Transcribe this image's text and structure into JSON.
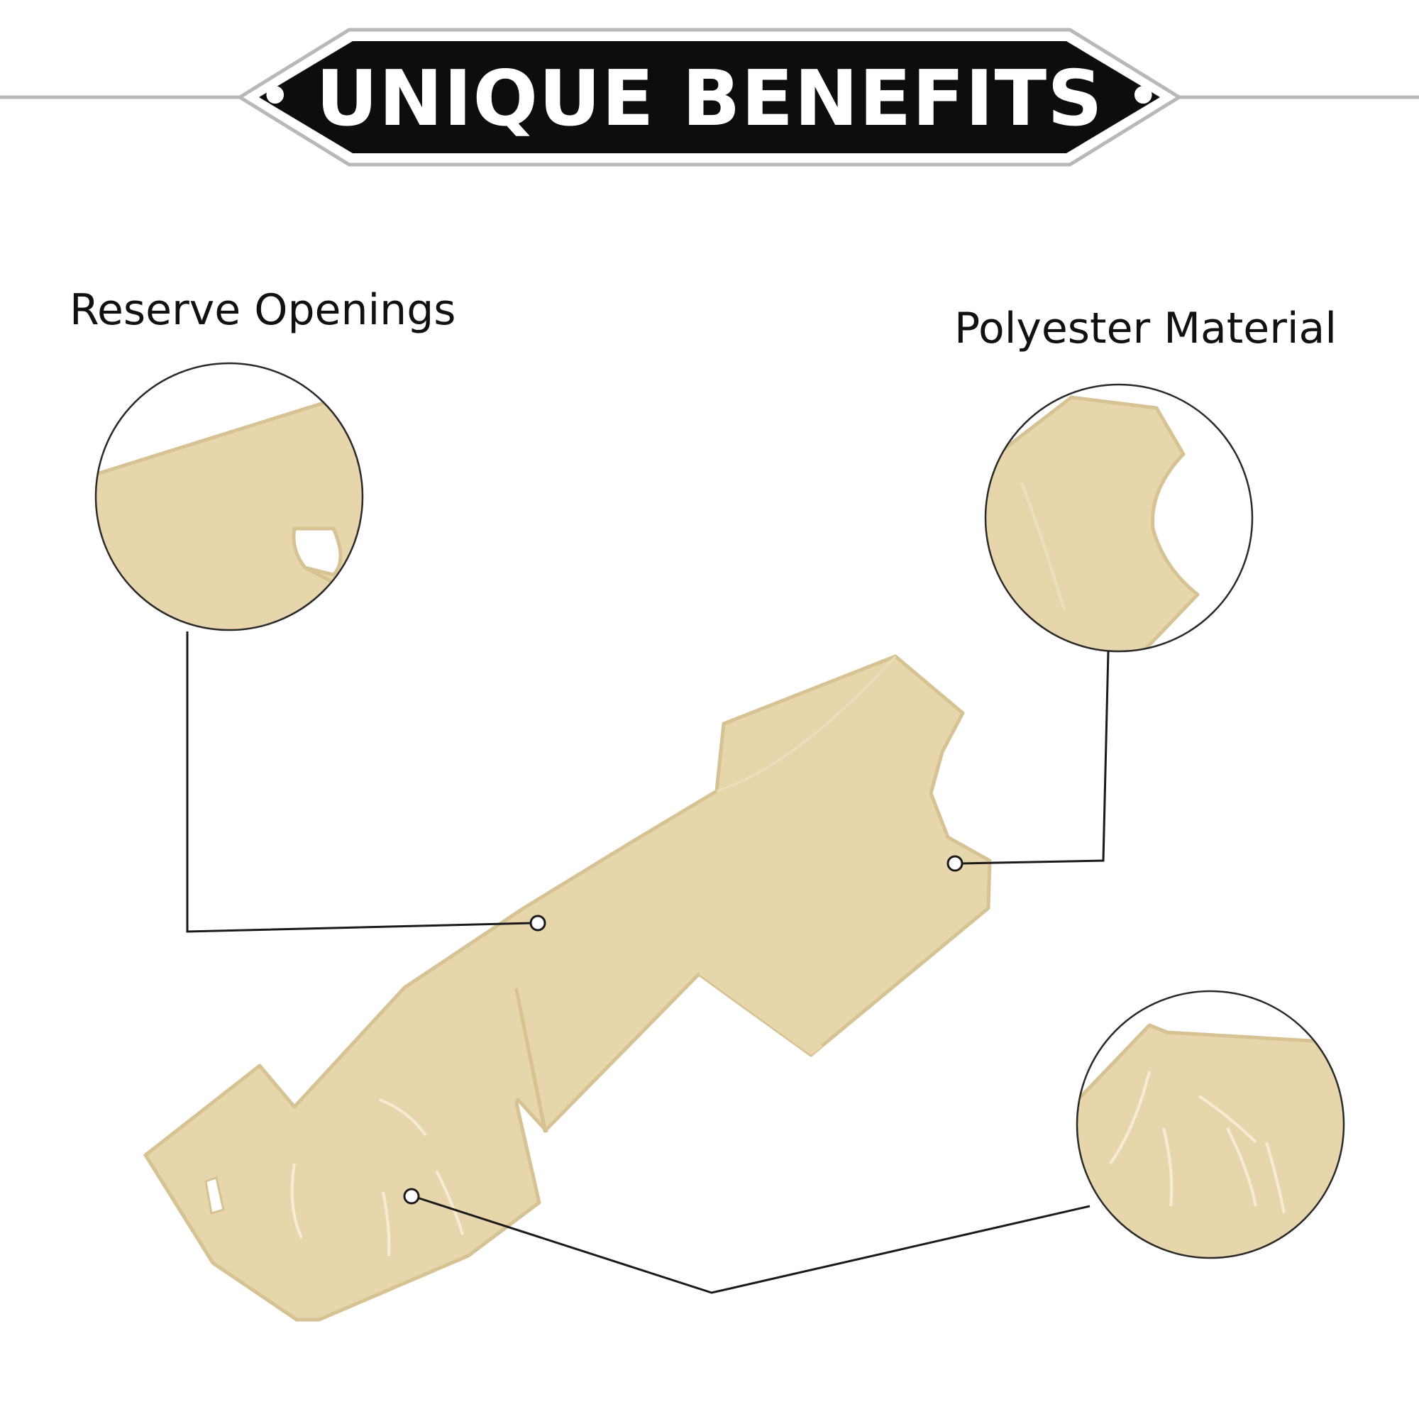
{
  "header": {
    "title": "UNIQUE BENEFITS",
    "bullet": "•"
  },
  "callouts": [
    {
      "label": "Reserve Openings"
    },
    {
      "label": "Polyester Material"
    }
  ],
  "colors": {
    "banner": "#0d0d0d",
    "banner_border": "#b8b8b8",
    "rule": "#b8b8b8",
    "mat": "#e7d5ac",
    "mat_edge": "#d6c293",
    "stitch": "#f6ecd4",
    "leader": "#1a1a1a",
    "text": "#111111"
  }
}
